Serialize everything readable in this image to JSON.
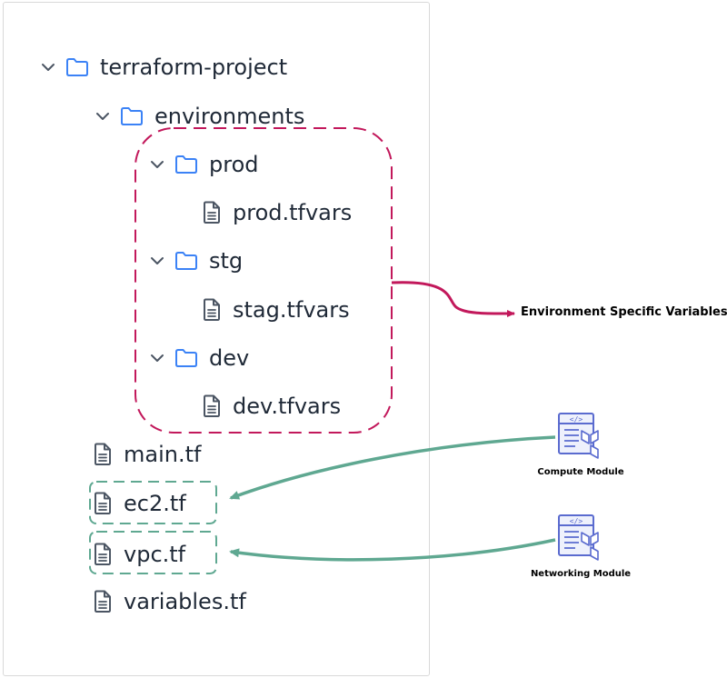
{
  "tree": {
    "root": {
      "label": "terraform-project",
      "icon": "folder-icon",
      "expanded": true
    },
    "environments": {
      "label": "environments",
      "icon": "folder-icon",
      "expanded": true
    },
    "prod": {
      "label": "prod",
      "icon": "folder-icon",
      "expanded": true
    },
    "prod_file": {
      "label": "prod.tfvars",
      "icon": "file-icon"
    },
    "stg": {
      "label": "stg",
      "icon": "folder-icon",
      "expanded": true
    },
    "stg_file": {
      "label": "stag.tfvars",
      "icon": "file-icon"
    },
    "dev": {
      "label": "dev",
      "icon": "folder-icon",
      "expanded": true
    },
    "dev_file": {
      "label": "dev.tfvars",
      "icon": "file-icon"
    },
    "main": {
      "label": "main.tf",
      "icon": "file-icon"
    },
    "ec2": {
      "label": "ec2.tf",
      "icon": "file-icon"
    },
    "vpc": {
      "label": "vpc.tf",
      "icon": "file-icon"
    },
    "variables": {
      "label": "variables.tf",
      "icon": "file-icon"
    }
  },
  "annotations": {
    "env_vars": "Environment Specific Variables",
    "compute_module": "Compute Module",
    "networking_module": "Networking Module"
  },
  "colors": {
    "folder": "#3b82f6",
    "file": "#4b5563",
    "text": "#1f2937",
    "env_group": "#c2185b",
    "module_group": "#5fa891",
    "module_icon": "#5a6bcf"
  }
}
